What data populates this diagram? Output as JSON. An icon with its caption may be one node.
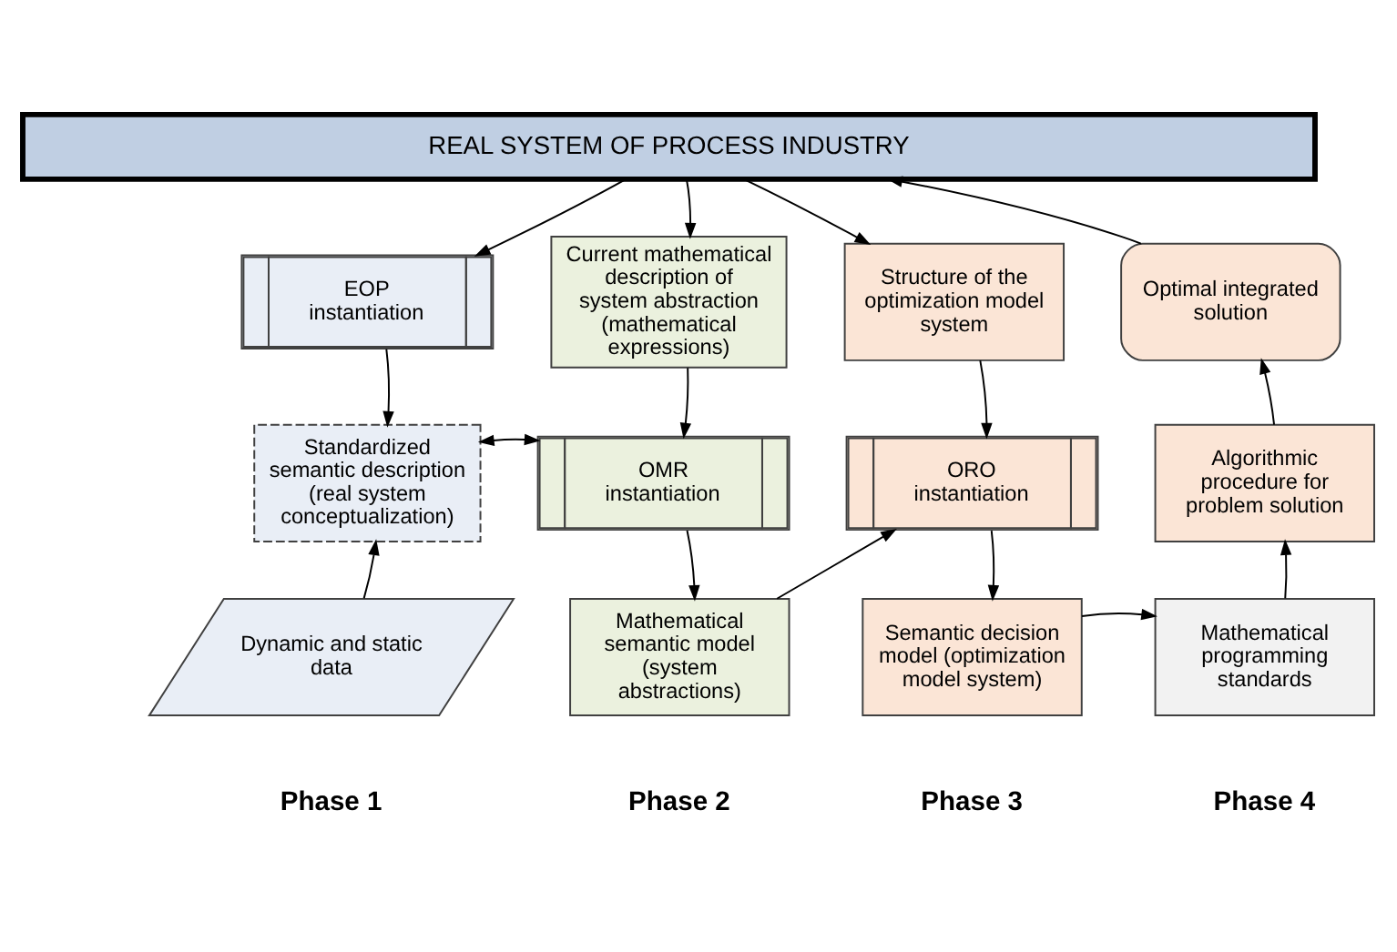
{
  "diagram": {
    "nodes": [
      {
        "text": [
          "REAL SYSTEM OF PROCESS INDUSTRY"
        ]
      },
      {
        "text": [
          "EOP instantiation"
        ]
      },
      {
        "text": [
          "Standardized semantic description (real system conceptualization)"
        ]
      },
      {
        "text": [
          "Dynamic and static data"
        ]
      },
      {
        "text": [
          "Current mathematical description of system abstraction (mathematical expressions)"
        ]
      },
      {
        "text": [
          "OMR instantiation"
        ]
      },
      {
        "text": [
          "Mathematical semantic model (system abstractions)"
        ]
      },
      {
        "text": [
          "Structure of the optimization model system"
        ]
      },
      {
        "text": [
          "ORO instantiation"
        ]
      },
      {
        "text": [
          "Semantic decision model (optimization model system)"
        ]
      },
      {
        "text": [
          "Optimal integrated solution"
        ]
      },
      {
        "text": [
          "Algorithmic procedure for problem solution"
        ]
      },
      {
        "text": [
          "Mathematical programming standards"
        ]
      }
    ],
    "edges": [
      {
        "from": 0,
        "to": 1,
        "arrow": "to"
      },
      {
        "from": 1,
        "to": 2,
        "arrow": "to"
      },
      {
        "from": 3,
        "to": 2,
        "arrow": "to"
      },
      {
        "from": 2,
        "to": 5,
        "arrow": "both"
      },
      {
        "from": 0,
        "to": 4,
        "arrow": "to"
      },
      {
        "from": 4,
        "to": 5,
        "arrow": "to"
      },
      {
        "from": 5,
        "to": 6,
        "arrow": "to"
      },
      {
        "from": 6,
        "to": 8,
        "arrow": "to"
      },
      {
        "from": 0,
        "to": 7,
        "arrow": "to"
      },
      {
        "from": 7,
        "to": 8,
        "arrow": "to"
      },
      {
        "from": 8,
        "to": 9,
        "arrow": "to"
      },
      {
        "from": 9,
        "to": 12,
        "arrow": "to"
      },
      {
        "from": 12,
        "to": 11,
        "arrow": "to"
      },
      {
        "from": 11,
        "to": 10,
        "arrow": "to"
      },
      {
        "from": 10,
        "to": 0,
        "arrow": "to"
      }
    ],
    "labels": [
      "Phase 1",
      "Phase 2",
      "Phase 3",
      "Phase 4"
    ]
  }
}
